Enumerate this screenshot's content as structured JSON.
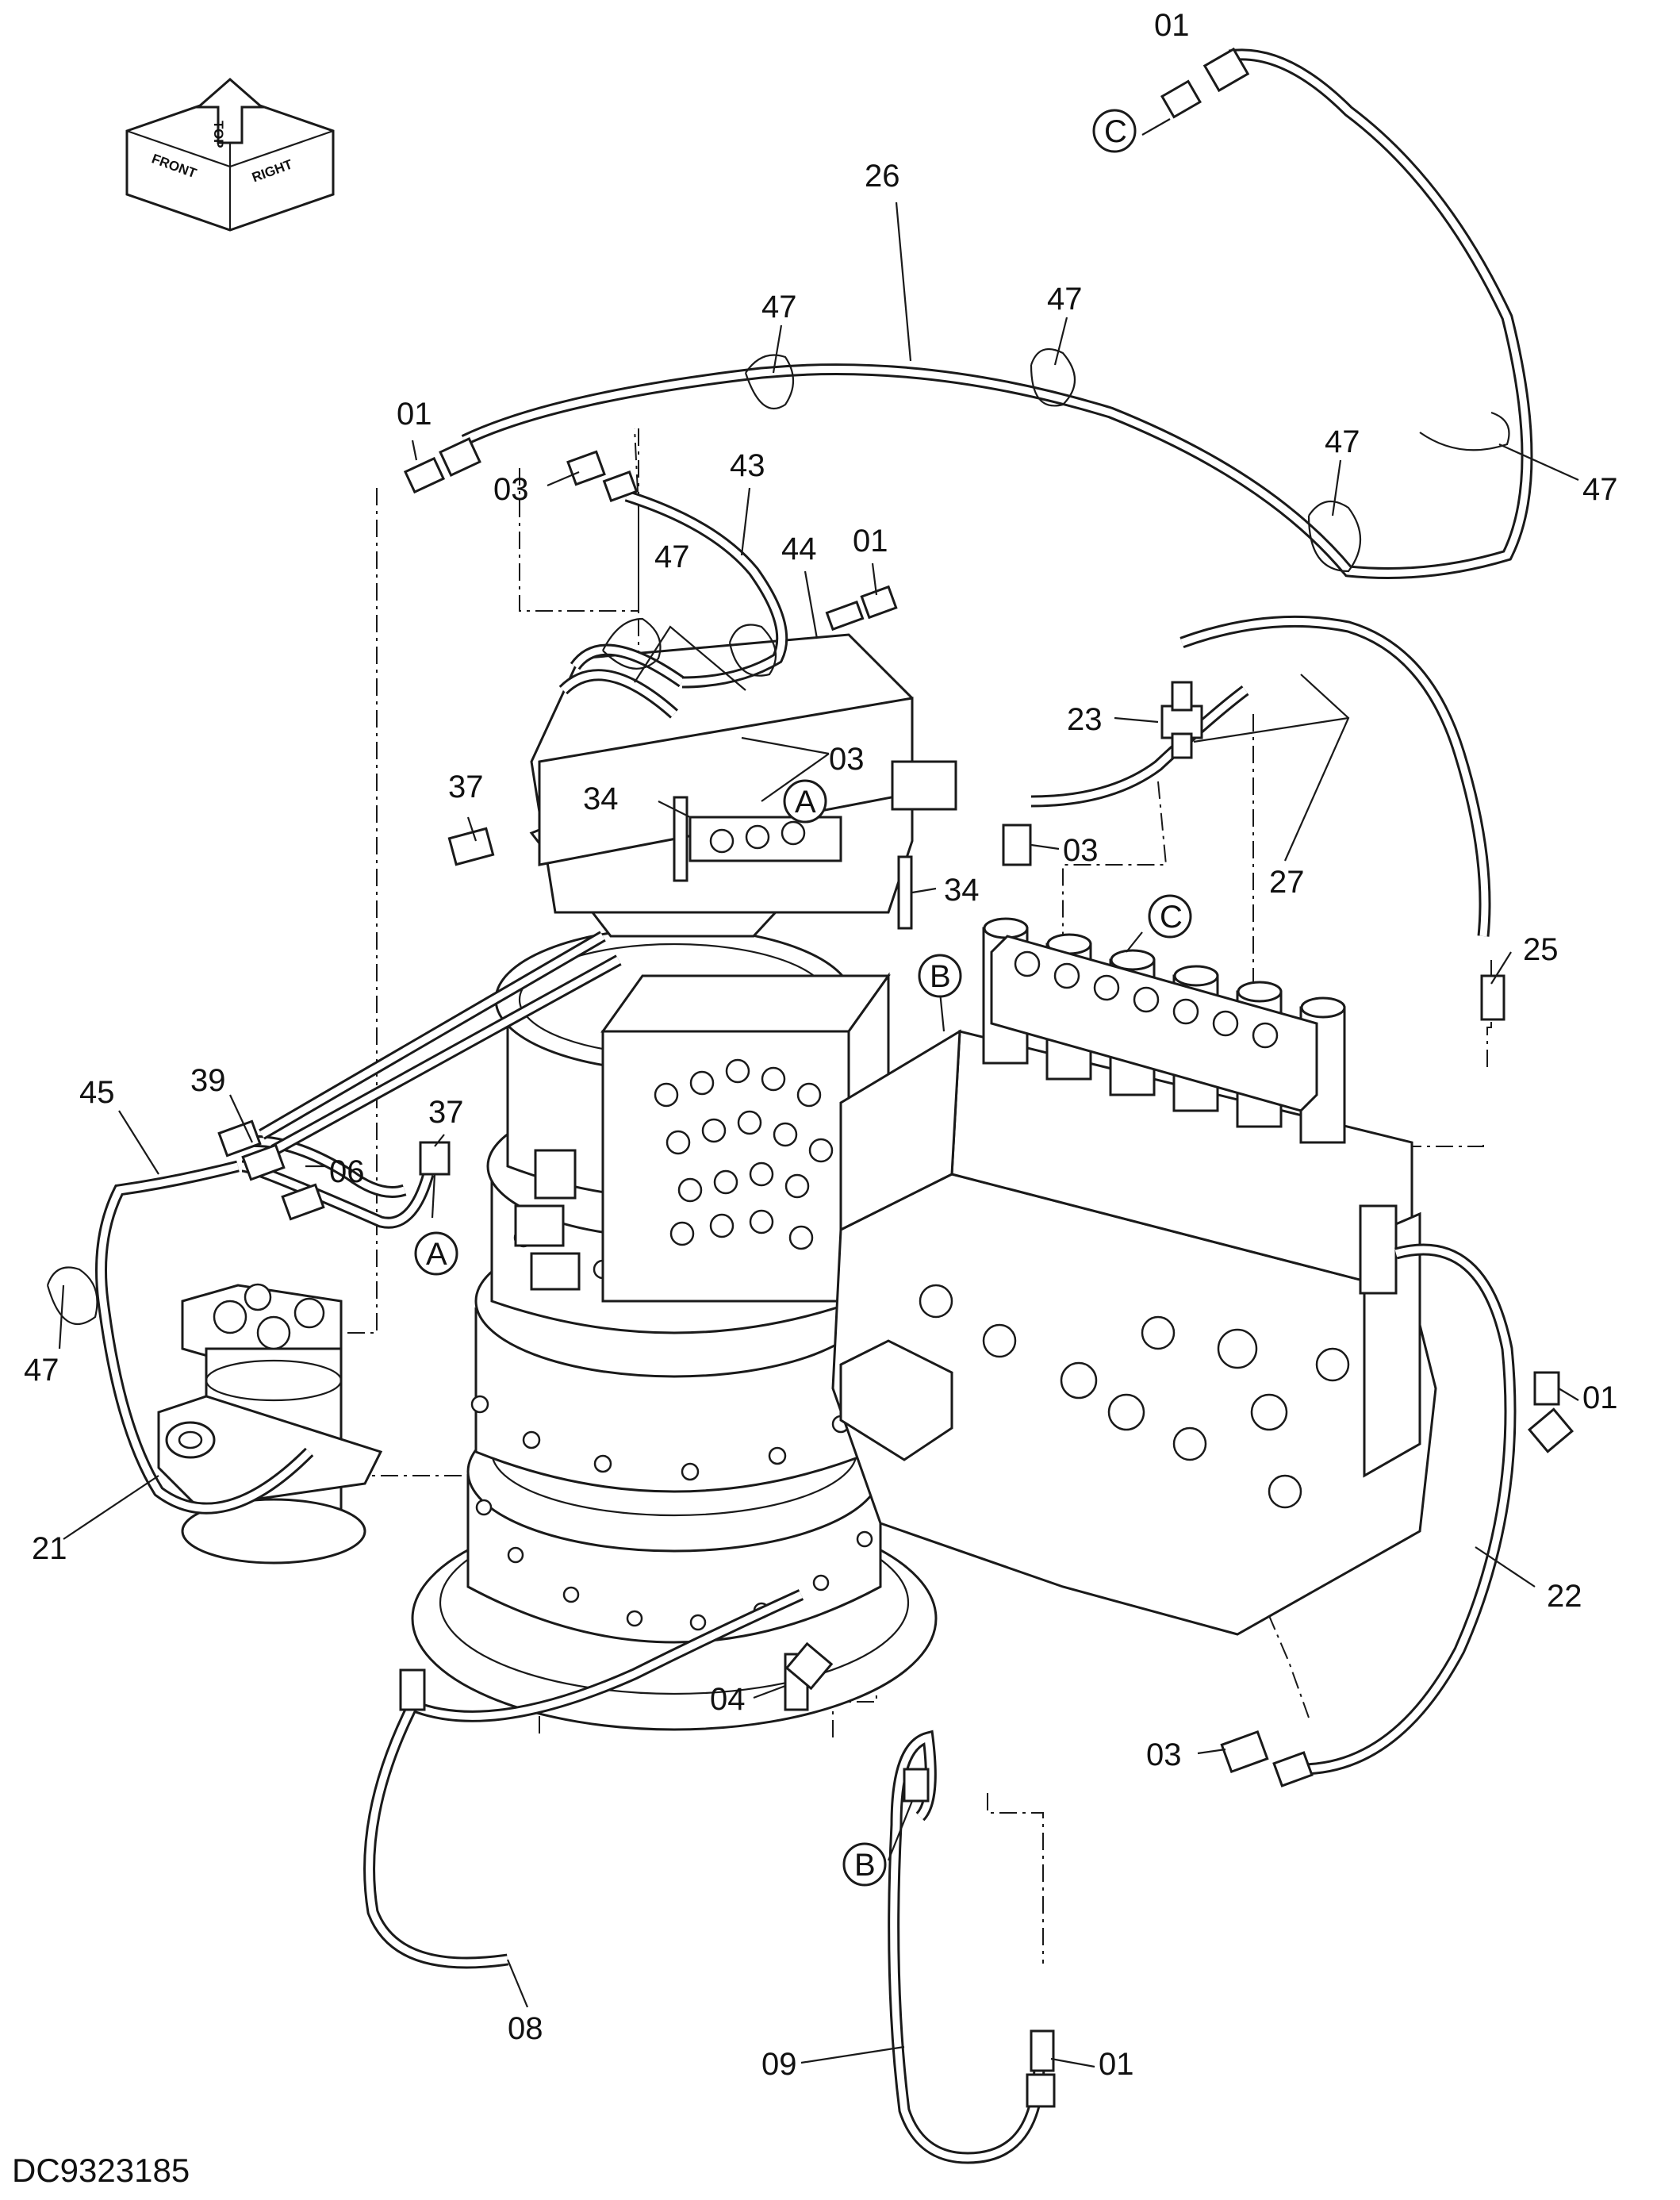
{
  "drawing": {
    "code": "DC9323185",
    "orientation": {
      "front": "FRONT",
      "top": "TOP",
      "right": "RIGHT"
    }
  },
  "callouts": [
    "01",
    "03",
    "04",
    "06",
    "08",
    "09",
    "21",
    "22",
    "23",
    "25",
    "26",
    "27",
    "34",
    "37",
    "39",
    "43",
    "44",
    "45",
    "47"
  ],
  "connectors": {
    "a": "A",
    "b": "B",
    "c": "C"
  }
}
